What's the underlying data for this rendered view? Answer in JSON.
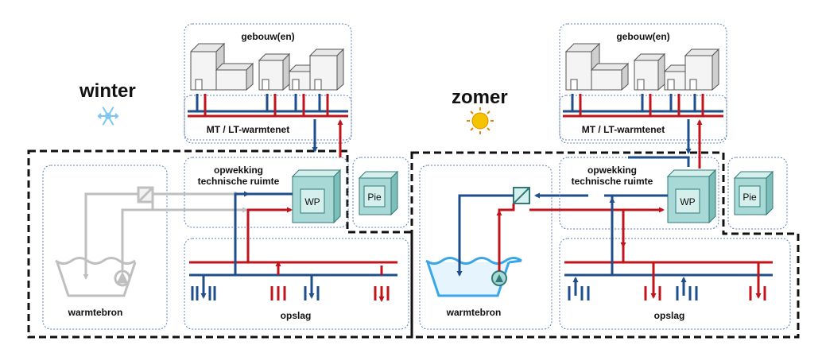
{
  "diagram": {
    "left": {
      "season": "winter",
      "buildings_label": "gebouw(en)",
      "network_label": "MT / LT-warmtenet",
      "generation_label_line1": "opwekking",
      "generation_label_line2": "technische ruimte",
      "heatpump_label": "WP",
      "pie_label": "Pie",
      "source_label": "warmtebron",
      "storage_label": "opslag",
      "season_icon": "snowflake-icon"
    },
    "right": {
      "season": "zomer",
      "buildings_label": "gebouw(en)",
      "network_label": "MT / LT-warmtenet",
      "generation_label_line1": "opwekking",
      "generation_label_line2": "technische ruimte",
      "heatpump_label": "WP",
      "pie_label": "Pie",
      "source_label": "warmtebron",
      "storage_label": "opslag",
      "season_icon": "sun-icon"
    },
    "colors": {
      "hot_pipe": "#c0141c",
      "cold_pipe": "#1f4e8c",
      "inactive_pipe": "#bfbfbf",
      "unit_fill": "#a9d9d6",
      "unit_stroke": "#2e7b78",
      "panel_stroke": "#5b7fb8",
      "water": "#38a6e8",
      "sun": "#f5c400",
      "snow": "#7cc6f0"
    }
  }
}
